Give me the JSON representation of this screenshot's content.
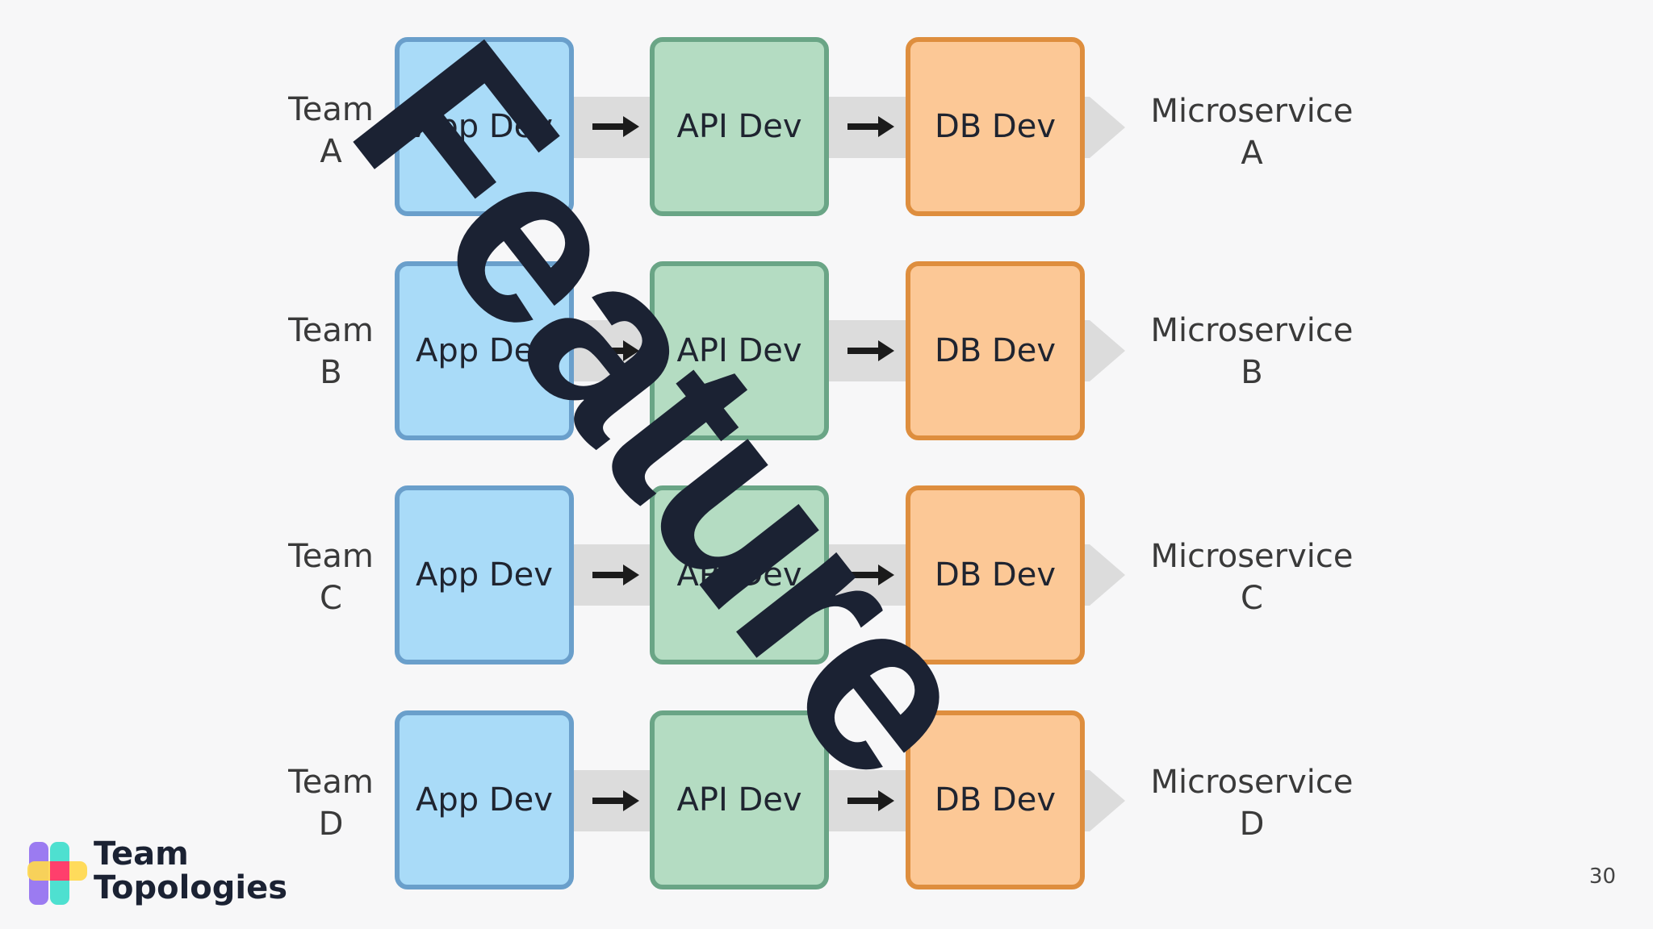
{
  "rows": [
    {
      "team": [
        "Team",
        "A"
      ],
      "app": "App Dev",
      "api": "API Dev",
      "db": "DB Dev",
      "microservice": [
        "Microservice",
        "A"
      ]
    },
    {
      "team": [
        "Team",
        "B"
      ],
      "app": "App Dev",
      "api": "API Dev",
      "db": "DB Dev",
      "microservice": [
        "Microservice",
        "B"
      ]
    },
    {
      "team": [
        "Team",
        "C"
      ],
      "app": "App Dev",
      "api": "API Dev",
      "db": "DB Dev",
      "microservice": [
        "Microservice",
        "C"
      ]
    },
    {
      "team": [
        "Team",
        "D"
      ],
      "app": "App Dev",
      "api": "API Dev",
      "db": "DB Dev",
      "microservice": [
        "Microservice",
        "D"
      ]
    }
  ],
  "overlay_text": "Feature",
  "logo": {
    "line1": "Team",
    "line2": "Topologies"
  },
  "page_number": "30",
  "colors": {
    "app_fill": "#a9dbf8",
    "app_border": "#6a9fcb",
    "api_fill": "#b4dcc2",
    "api_border": "#6aa586",
    "db_fill": "#fcc896",
    "db_border": "#de8e3e",
    "overlay": "#1b2233"
  },
  "icons": [
    "arrow-right-icon",
    "team-topologies-logo-icon"
  ]
}
